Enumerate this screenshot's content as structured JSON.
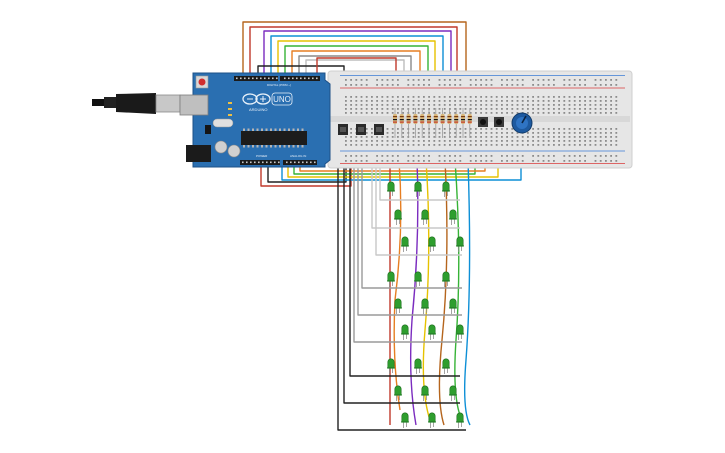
{
  "arduino": {
    "model_label": "UNO",
    "brand_label": "ARDUINO",
    "digital_header_label": "DIGITAL (PWM ~)",
    "power_header_label": "POWER",
    "analog_header_label": "ANALOG IN"
  },
  "colors": {
    "board_blue": "#2a6fb1",
    "breadboard": "#e6e6e6",
    "led_green": "#2e9e2e",
    "potentiometer": "#1e5aa0",
    "wire_colors": [
      "#b5651d",
      "#7b2cbf",
      "#0d8fd6",
      "#e6c200",
      "#36b336",
      "#e67e22",
      "#c0392b",
      "#222222",
      "#bdbdbd"
    ]
  },
  "components": {
    "transistors": 3,
    "resistors": 12,
    "pushbuttons": 2,
    "potentiometers": 1,
    "leds": 27
  }
}
